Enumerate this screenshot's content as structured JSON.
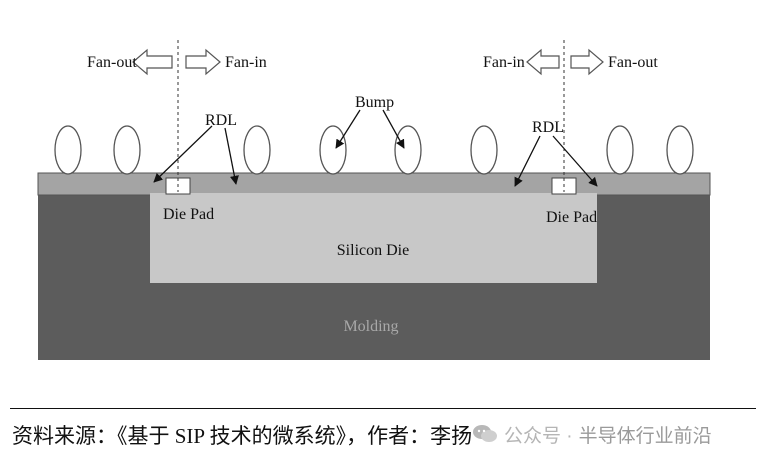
{
  "diagram": {
    "labels": {
      "fan_out_left": "Fan-out",
      "fan_in_left": "Fan-in",
      "fan_in_right": "Fan-in",
      "fan_out_right": "Fan-out",
      "rdl_left": "RDL",
      "rdl_right": "RDL",
      "bump": "Bump",
      "die_pad_left": "Die Pad",
      "die_pad_right": "Die Pad",
      "silicon_die": "Silicon Die",
      "molding": "Molding"
    },
    "colors": {
      "molding": "#5c5c5c",
      "silicon_die": "#c8c8c8",
      "rdl_layer": "#a4a4a4",
      "bump_fill": "#ffffff",
      "outline": "#222222"
    }
  },
  "caption": {
    "source": "资料来源：《基于 SIP 技术的微系统》，作者：李扬",
    "watermark_prefix": "公众号 · ",
    "watermark_name": "半导体行业前沿",
    "watermark_icon": "wechat-icon"
  }
}
